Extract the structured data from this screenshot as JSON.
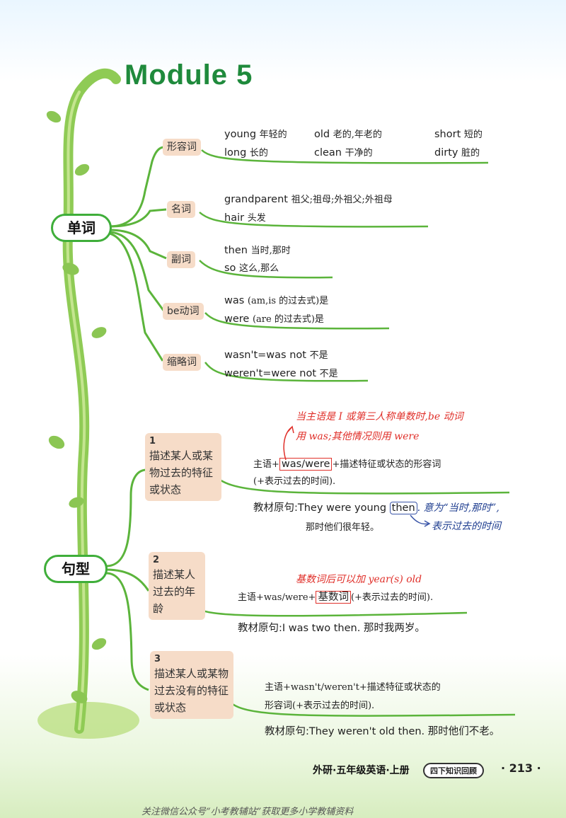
{
  "title": "Module 5",
  "vocab": {
    "node_label": "单词",
    "categories": [
      {
        "label": "形容词",
        "lines": [
          [
            {
              "en": "young",
              "cn": "年轻的"
            },
            {
              "en": "old",
              "cn": "老的,年老的"
            },
            {
              "en": "short",
              "cn": "短的"
            }
          ],
          [
            {
              "en": "long",
              "cn": "长的"
            },
            {
              "en": "clean",
              "cn": "干净的"
            },
            {
              "en": "dirty",
              "cn": "脏的"
            }
          ]
        ]
      },
      {
        "label": "名词",
        "lines": [
          [
            {
              "en": "grandparent",
              "cn": "祖父;祖母;外祖父;外祖母"
            }
          ],
          [
            {
              "en": "hair",
              "cn": "头发"
            }
          ]
        ]
      },
      {
        "label": "副词",
        "lines": [
          [
            {
              "en": "then",
              "cn": "当时,那时"
            }
          ],
          [
            {
              "en": "so",
              "cn": "这么,那么"
            }
          ]
        ]
      },
      {
        "label": "be动词",
        "lines": [
          [
            {
              "en": "was",
              "cn": "(am,is 的过去式)是"
            }
          ],
          [
            {
              "en": "were",
              "cn": "(are 的过去式)是"
            }
          ]
        ]
      },
      {
        "label": "缩略词",
        "lines": [
          [
            {
              "en": "wasn't=was not",
              "cn": "不是"
            }
          ],
          [
            {
              "en": "weren't=were not",
              "cn": "不是"
            }
          ]
        ]
      }
    ]
  },
  "sentences": {
    "node_label": "句型",
    "patterns": [
      {
        "num": "1",
        "box_text": "描述某人或某物过去的特征或状态",
        "note_red_1": "当主语是 I 或第三人称单数时,be 动词",
        "note_red_2": "用 was;其他情况则用 were",
        "formula_pre": "主语+",
        "formula_hl": "was/were",
        "formula_post": "+描述特征或状态的形容词",
        "formula_line2": "(+表示过去的时间).",
        "example_pre": "教材原句:They were young ",
        "example_hl": "then",
        "example_post": ". 意为“当时,那时”,",
        "example_cn": "那时他们很年轻。",
        "note_blue": "表示过去的时间"
      },
      {
        "num": "2",
        "box_text": "描述某人过去的年龄",
        "note_red": "基数词后可以加 year(s) old",
        "formula_pre": "主语+was/were+",
        "formula_hl": "基数词",
        "formula_post": "(+表示过去的时间).",
        "example": "教材原句:I was two then. 那时我两岁。"
      },
      {
        "num": "3",
        "box_text": "描述某人或某物过去没有的特征或状态",
        "formula_line1": "主语+wasn't/weren't+描述特征或状态的",
        "formula_line2": "形容词(+表示过去的时间).",
        "example": "教材原句:They weren't old then. 那时他们不老。"
      }
    ]
  },
  "footer": {
    "book": "外研·五年级英语·上册",
    "badge": "四下知识回顾",
    "page": "· 213 ·",
    "watermark": "关注微信公众号“小考教辅站”获取更多小学教辅资料"
  }
}
